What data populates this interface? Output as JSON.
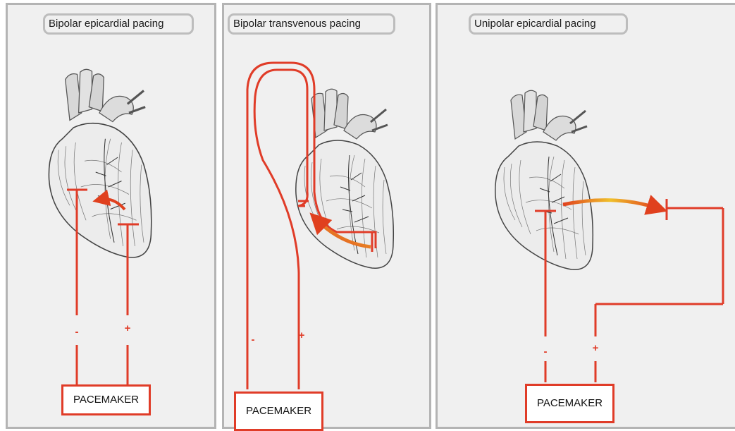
{
  "panels": [
    {
      "title": "Bipolar epicardial pacing",
      "minus": "-",
      "plus": "+",
      "device": "PACEMAKER"
    },
    {
      "title": "Bipolar transvenous pacing",
      "minus": "-",
      "plus": "+",
      "device": "PACEMAKER"
    },
    {
      "title": "Unipolar epicardial pacing",
      "minus": "-",
      "plus": "+",
      "device": "PACEMAKER"
    }
  ],
  "colors": {
    "lead": "#e03c28",
    "arrow_start": "#f0c02a",
    "arrow_end": "#e0401e",
    "panel_bg": "#f0f0f0",
    "panel_border": "#b4b4b4"
  },
  "icons": [
    "heart-illustration",
    "current-arrow"
  ]
}
